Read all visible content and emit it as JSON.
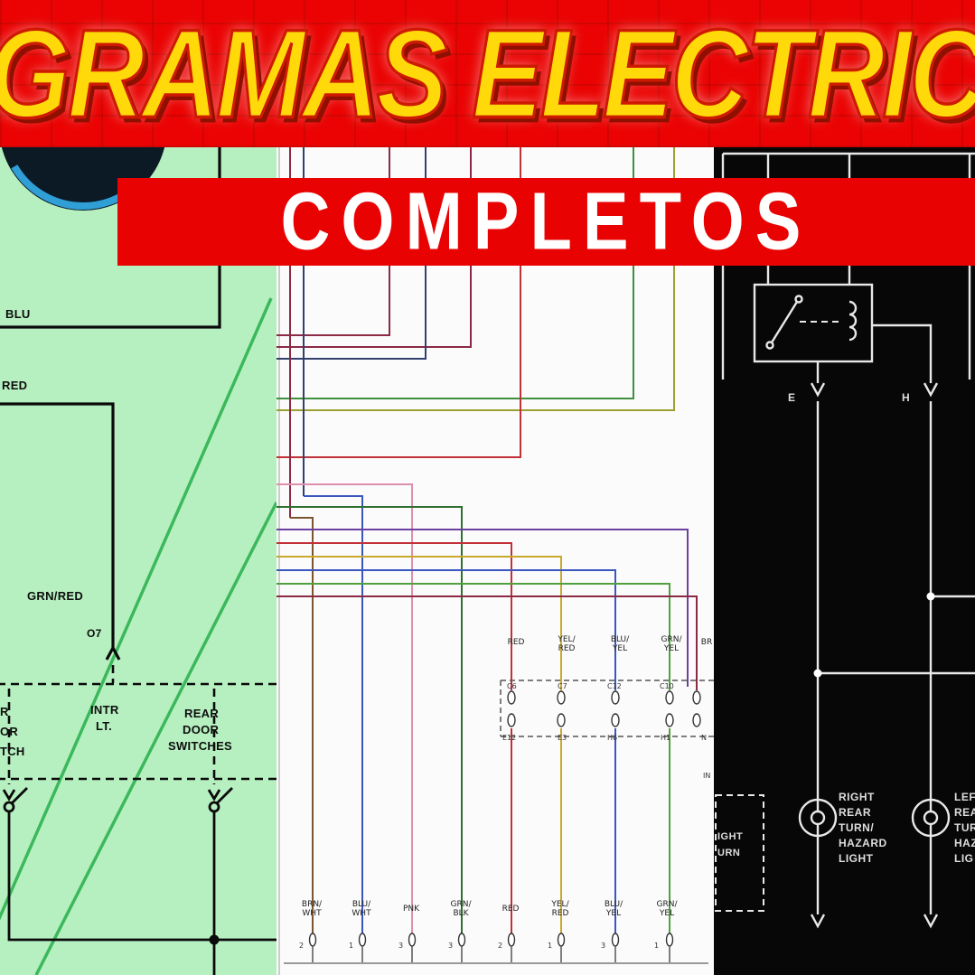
{
  "colors": {
    "banner_red": "#ea0302",
    "title_yellow": "#ffd90a",
    "subtitle_white": "#ffffff",
    "panel_green": "#b7f0c0",
    "panel_white": "#fbfbfb",
    "panel_black": "#070707"
  },
  "banner": {
    "title": "GRAMAS ELECTRIC",
    "subtitle": "COMPLETOS"
  },
  "left_diagram": {
    "wire_blu": "BLU",
    "wire_red": "RED",
    "wire_grn_red": "GRN/RED",
    "connector_o7": "O7",
    "intr_lines": [
      "INTR",
      "LT."
    ],
    "rear_lines": [
      "REAR",
      "DOOR",
      "SWITCHES"
    ],
    "cropped_lines": [
      "R",
      "OR",
      "TCH"
    ]
  },
  "mid_diagram": {
    "upper_wire_labels": [
      [
        "RED"
      ],
      [
        "YEL/",
        "RED"
      ],
      [
        "BLU/",
        "YEL"
      ],
      [
        "GRN/",
        "YEL"
      ],
      [
        "BR"
      ]
    ],
    "connector_top": [
      "C6",
      "C7",
      "C12",
      "C10"
    ],
    "connector_bottom": [
      "E12",
      "E3",
      "H6",
      "H1",
      "N"
    ],
    "side_label": "IN",
    "lower_wire_labels": [
      [
        "BRN/",
        "WHT"
      ],
      [
        "BLU/",
        "WHT"
      ],
      [
        "PNK"
      ],
      [
        "GRN/",
        "BLK"
      ],
      [
        "RED"
      ],
      [
        "YEL/",
        "RED"
      ],
      [
        "BLU/",
        "YEL"
      ],
      [
        "GRN/",
        "YEL"
      ]
    ],
    "pin_numbers": [
      "2",
      "1",
      "3",
      "3",
      "2",
      "1",
      "3",
      "1"
    ]
  },
  "right_diagram": {
    "terminal_e": "E",
    "terminal_h": "H",
    "lamp_right_lines": [
      "RIGHT",
      "REAR",
      "TURN/",
      "HAZARD",
      "LIGHT"
    ],
    "lamp_left_lines": [
      "LEF",
      "REA",
      "TUR",
      "HAZ",
      "LIG"
    ],
    "box_lines": [
      "IGHT",
      "URN"
    ]
  }
}
